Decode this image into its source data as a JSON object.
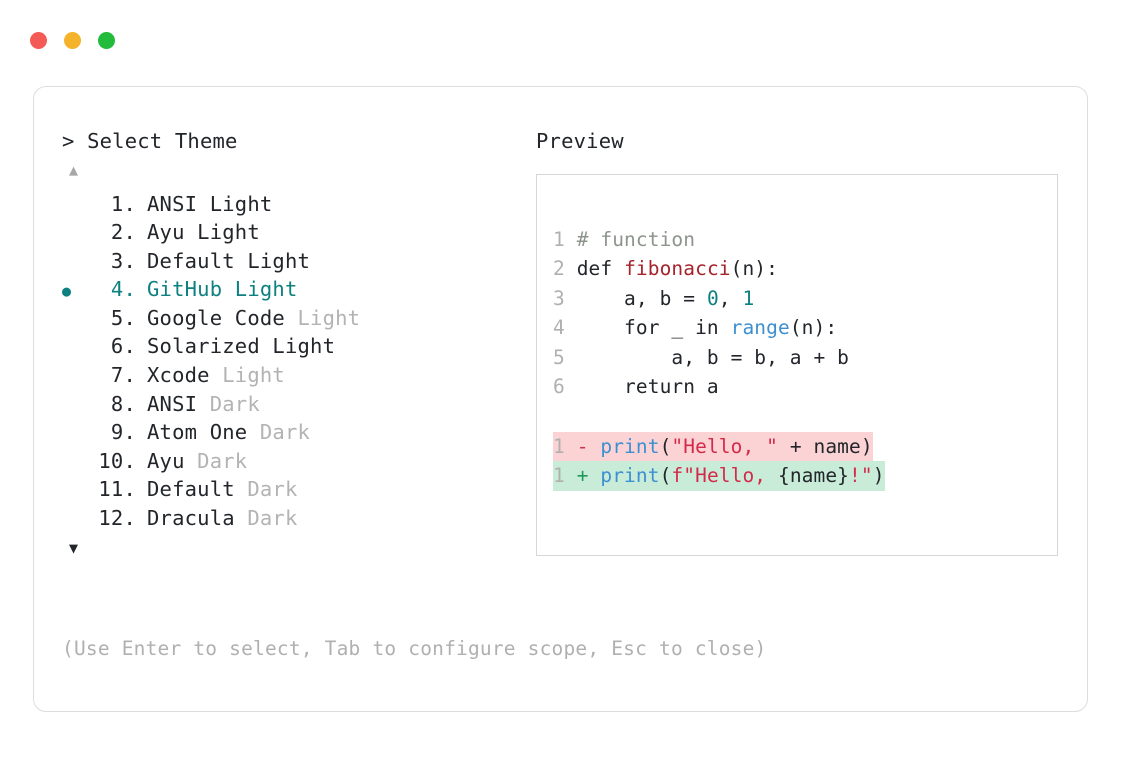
{
  "window": {
    "traffic_lights": [
      {
        "name": "close",
        "color": "#f45b56"
      },
      {
        "name": "minimize",
        "color": "#f5b32b"
      },
      {
        "name": "maximize",
        "color": "#22bb3c"
      }
    ]
  },
  "selector": {
    "prompt": "> Select Theme",
    "scroll_up_icon": "▲",
    "scroll_down_icon": "▼",
    "selected_index": 4,
    "selected_bullet": "●",
    "accent_color": "#0f8080",
    "items": [
      {
        "index": "1.",
        "name": "ANSI",
        "variant": "Light",
        "variant_muted": false,
        "selected": false
      },
      {
        "index": "2.",
        "name": "Ayu",
        "variant": "Light",
        "variant_muted": false,
        "selected": false
      },
      {
        "index": "3.",
        "name": "Default",
        "variant": "Light",
        "variant_muted": false,
        "selected": false
      },
      {
        "index": "4.",
        "name": "GitHub",
        "variant": "Light",
        "variant_muted": false,
        "selected": true
      },
      {
        "index": "5.",
        "name": "Google Code",
        "variant": "Light",
        "variant_muted": true,
        "selected": false
      },
      {
        "index": "6.",
        "name": "Solarized",
        "variant": "Light",
        "variant_muted": false,
        "selected": false
      },
      {
        "index": "7.",
        "name": "Xcode",
        "variant": "Light",
        "variant_muted": true,
        "selected": false
      },
      {
        "index": "8.",
        "name": "ANSI",
        "variant": "Dark",
        "variant_muted": true,
        "selected": false
      },
      {
        "index": "9.",
        "name": "Atom One",
        "variant": "Dark",
        "variant_muted": true,
        "selected": false
      },
      {
        "index": "10.",
        "name": "Ayu",
        "variant": "Dark",
        "variant_muted": true,
        "selected": false
      },
      {
        "index": "11.",
        "name": "Default",
        "variant": "Dark",
        "variant_muted": true,
        "selected": false
      },
      {
        "index": "12.",
        "name": "Dracula",
        "variant": "Dark",
        "variant_muted": true,
        "selected": false
      }
    ],
    "hint": "(Use Enter to select, Tab to configure scope, Esc to close)"
  },
  "preview": {
    "label": "Preview",
    "code_lines": [
      {
        "ln": "1",
        "tokens": [
          {
            "t": "# function",
            "c": "comment"
          }
        ]
      },
      {
        "ln": "2",
        "tokens": [
          {
            "t": "def ",
            "c": "keyword"
          },
          {
            "t": "fibonacci",
            "c": "func"
          },
          {
            "t": "(n):",
            "c": "punct"
          }
        ]
      },
      {
        "ln": "3",
        "tokens": [
          {
            "t": "    a, b = ",
            "c": "plain"
          },
          {
            "t": "0",
            "c": "num"
          },
          {
            "t": ", ",
            "c": "plain"
          },
          {
            "t": "1",
            "c": "num"
          }
        ]
      },
      {
        "ln": "4",
        "tokens": [
          {
            "t": "    for _ in ",
            "c": "plain"
          },
          {
            "t": "range",
            "c": "builtin"
          },
          {
            "t": "(n):",
            "c": "punct"
          }
        ]
      },
      {
        "ln": "5",
        "tokens": [
          {
            "t": "        a, b = b, a + b",
            "c": "plain"
          }
        ]
      },
      {
        "ln": "6",
        "tokens": [
          {
            "t": "    return a",
            "c": "plain"
          }
        ]
      }
    ],
    "diff_lines": [
      {
        "ln": "1",
        "kind": "del",
        "marker": "-",
        "bg": "#fbd3d5",
        "tokens": [
          {
            "t": "print",
            "c": "fn"
          },
          {
            "t": "(",
            "c": "plain"
          },
          {
            "t": "\"Hello, \"",
            "c": "str"
          },
          {
            "t": " + name)",
            "c": "plain"
          }
        ]
      },
      {
        "ln": "1",
        "kind": "add",
        "marker": "+",
        "bg": "#c9ecd9",
        "tokens": [
          {
            "t": "print",
            "c": "fn"
          },
          {
            "t": "(",
            "c": "plain"
          },
          {
            "t": "f\"Hello, ",
            "c": "str"
          },
          {
            "t": "{name}",
            "c": "plain"
          },
          {
            "t": "!\"",
            "c": "str"
          },
          {
            "t": ")",
            "c": "plain"
          }
        ]
      }
    ]
  }
}
